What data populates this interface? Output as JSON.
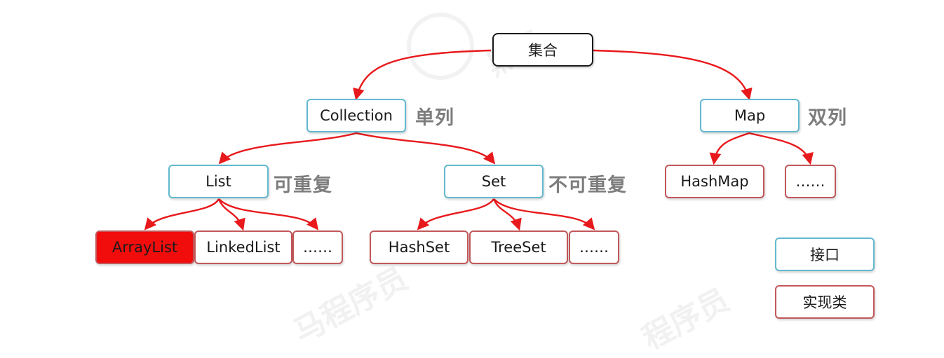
{
  "nodes": {
    "root": "集合",
    "collection": "Collection",
    "map": "Map",
    "list": "List",
    "set": "Set",
    "hashmap": "HashMap",
    "map_more": "……",
    "arraylist": "ArrayList",
    "linkedlist": "LinkedList",
    "list_more": "……",
    "hashset": "HashSet",
    "treeset": "TreeSet",
    "set_more": "……"
  },
  "notes": {
    "collection": "单列",
    "map": "双列",
    "list": "可重复",
    "set": "不可重复"
  },
  "legend": {
    "interface": "接口",
    "implementation": "实现类"
  },
  "colors": {
    "edge": "#e8191c",
    "interface_border": "#63b9cf",
    "implementation_border": "#c2585a",
    "highlight_fill": "#f20d0d",
    "note_text": "#7d7d7d"
  },
  "watermark": {
    "main": "黑马",
    "repeat_a": "马程序员",
    "repeat_b": "程序员"
  }
}
